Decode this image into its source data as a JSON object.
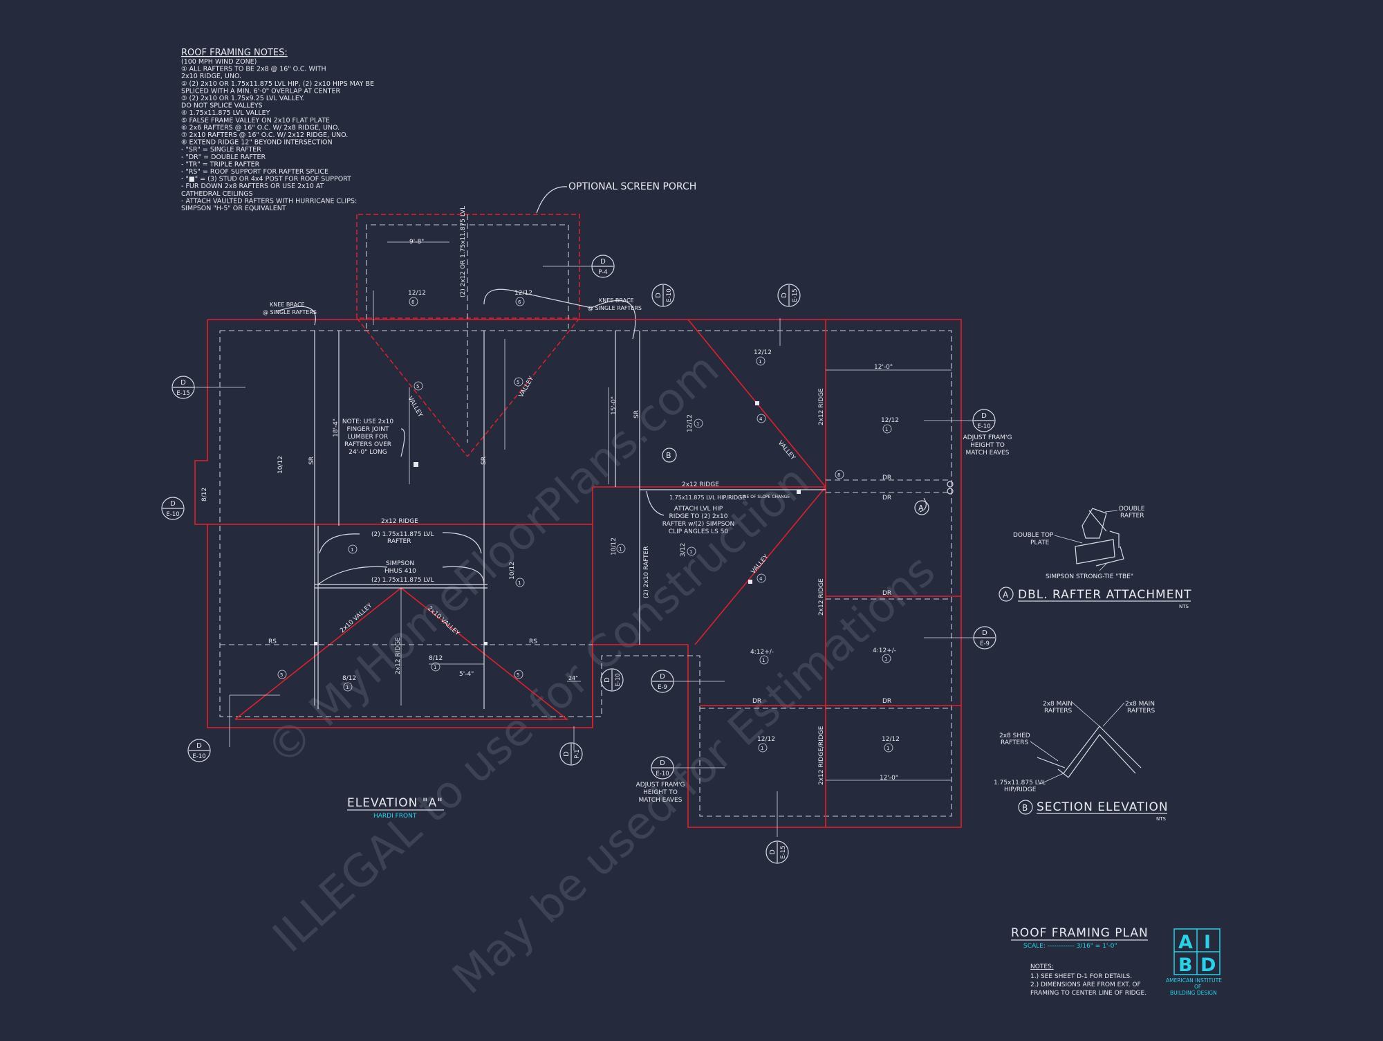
{
  "notes_block": {
    "title": "ROOF FRAMING NOTES:",
    "lines": [
      "(100 MPH WIND ZONE)",
      "①  ALL RAFTERS TO BE 2x8 @ 16\" O.C. WITH",
      "      2x10 RIDGE, UNO.",
      "②  (2) 2x10 OR 1.75x11.875 LVL HIP, (2) 2x10 HIPS MAY BE",
      "      SPLICED WITH A MIN. 6'-0\" OVERLAP AT CENTER",
      "③  (2) 2x10 OR 1.75x9.25 LVL VALLEY.",
      "      DO NOT SPLICE VALLEYS",
      "④  1.75x11.875 LVL VALLEY",
      "⑤  FALSE FRAME VALLEY ON 2x10 FLAT PLATE",
      "⑥  2x6 RAFTERS @ 16\" O.C. W/ 2x8 RIDGE, UNO.",
      "⑦  2x10 RAFTERS @ 16\" O.C. W/ 2x12 RIDGE, UNO.",
      "⑧  EXTEND RIDGE 12\" BEYOND INTERSECTION",
      "-   \"SR\" = SINGLE RAFTER",
      "-   \"DR\" = DOUBLE RAFTER",
      "-   \"TR\" = TRIPLE RAFTER",
      "-   \"RS\" = ROOF SUPPORT FOR RAFTER SPLICE",
      "-   \"■\"  = (3) STUD OR 4x4 POST FOR ROOF SUPPORT",
      "-   FUR DOWN 2x8 RAFTERS OR USE 2x10 AT",
      "      CATHEDRAL CEILINGS",
      "-   ATTACH VAULTED RAFTERS WITH HURRICANE CLIPS:",
      "      SIMPSON \"H-5\" OR EQUIVALENT"
    ]
  },
  "plan": {
    "optional_porch": "OPTIONAL SCREEN PORCH",
    "porch_dim": "9'-8\"",
    "lvl_vertical": "(2) 2x12 OR 1.75x11.875 LVL",
    "knee_brace_1": "KNEE BRACE",
    "knee_brace_1b": "@ SINGLE RAFTERS",
    "knee_brace_2": "KNEE BRACE",
    "knee_brace_2b": "@ SINGLE RAFTERS",
    "pitch_12_12": "12/12",
    "pitch_12_12b": "12/12",
    "pitch_12_12c": "12/12",
    "pitch_12_12d": "12/12",
    "pitch_12_12e": "12/12",
    "pitch_12_12f": "12/12",
    "pitch_12_12g": "12/12",
    "pitch_10_12": "10/12",
    "pitch_10_12b": "10/12",
    "pitch_10_12c": "10/12",
    "pitch_8_12": "8/12",
    "pitch_8_12b": "8/12",
    "pitch_8_12c": "8/12",
    "pitch_4_12": "4:12+/-",
    "pitch_4_12b": "4:12+/-",
    "pitch_3_12": "3/12",
    "circle_1": "1",
    "circle_6": "6",
    "circle_5": "5",
    "circle_4": "4",
    "circle_8": "8",
    "valley": "VALLEY",
    "sr": "SR",
    "dim_18_4": "18'-4\"",
    "dim_15_0": "15'-0\"",
    "dim_12_0": "12'-0\"",
    "dim_5_4": "5'-4\"",
    "dim_24": "24\"",
    "note_finger": [
      "NOTE: USE 2x10",
      "FINGER JOINT",
      "LUMBER FOR",
      "RAFTERS OVER",
      "24'-0\" LONG"
    ],
    "ridge_2x12": "2x12 RIDGE",
    "lvl_hip_ridge": "1.75x11.875 LVL HIP/RIDGE",
    "line_slope": "LINE OF SLOPE CHANGE",
    "attach_lvl": [
      "ATTACH LVL HIP",
      "RIDGE TO (2) 2x10",
      "RAFTER w/(2) SIMPSON",
      "CLIP ANGLES LS 50"
    ],
    "two_lvl_rafter": "(2) 1.75x11.875 LVL",
    "rafter": "RAFTER",
    "simpson": "SIMPSON",
    "hhus": "HHUS 410",
    "two_lvl": "(2) 1.75x11.875 LVL",
    "valley_2x10": "2x10 VALLEY",
    "rs": "RS",
    "dr": "DR",
    "ridge_vert": "2x12 RIDGE",
    "ridge_vert2": "2x12 RIDGE/RIDGE",
    "two_2x10_rafter": "(2) 2x10 RAFTER",
    "adjust": [
      "ADJUST FRAM'G",
      "HEIGHT TO",
      "MATCH EAVES"
    ],
    "adjust2": [
      "ADJUST FRAM'G",
      "HEIGHT TO",
      "MATCH EAVES"
    ],
    "marker_a": "A",
    "marker_b": "B"
  },
  "tags": {
    "d": "D",
    "e15": "E-15",
    "e10": "E-10",
    "e9": "E-9",
    "p4": "P-4",
    "p1": "P-1"
  },
  "elevation": {
    "title": "ELEVATION \"A\"",
    "subtitle": "HARDI FRONT"
  },
  "detail_a": {
    "double_rafter": [
      "DOUBLE",
      "RAFTER"
    ],
    "double_top": [
      "DOUBLE TOP",
      "PLATE"
    ],
    "simpson": "SIMPSON STRONG-TIE \"TBE\"",
    "marker": "A",
    "title": "DBL. RAFTER ATTACHMENT",
    "nts": "NTS"
  },
  "detail_b": {
    "main_rafters_1": [
      "2x8 MAIN",
      "RAFTERS"
    ],
    "main_rafters_2": [
      "2x8 MAIN",
      "RAFTERS"
    ],
    "shed_rafters": [
      "2x8 SHED",
      "RAFTERS"
    ],
    "lvl": [
      "1.75x11.875 LVL",
      "HIP/RIDGE"
    ],
    "marker": "B",
    "title": "SECTION ELEVATION",
    "nts": "NTS"
  },
  "titleblock": {
    "title": "ROOF FRAMING PLAN",
    "scale": "SCALE: ------------ 3/16\" = 1'-0\"",
    "notes_head": "NOTES:",
    "notes": [
      "1.)  SEE SHEET D-1 FOR DETAILS.",
      "2.)  DIMENSIONS ARE FROM EXT. OF",
      "       FRAMING TO CENTER LINE OF RIDGE."
    ]
  },
  "logo": {
    "l1": "A",
    "l2": "I",
    "l3": "B",
    "l4": "D",
    "text": [
      "AMERICAN INSTITUTE",
      "OF",
      "BUILDING DESIGN"
    ]
  },
  "watermark": {
    "line1": "© MyHomeFloorPlans.com",
    "line2": "ILLEGAL to use for Construction",
    "line3": "May be used for Estimations"
  },
  "colors": {
    "background": "#262a3d",
    "linework": "#d9dbe4",
    "roof_outline": "#e0202c",
    "accent": "#27d3e6"
  }
}
